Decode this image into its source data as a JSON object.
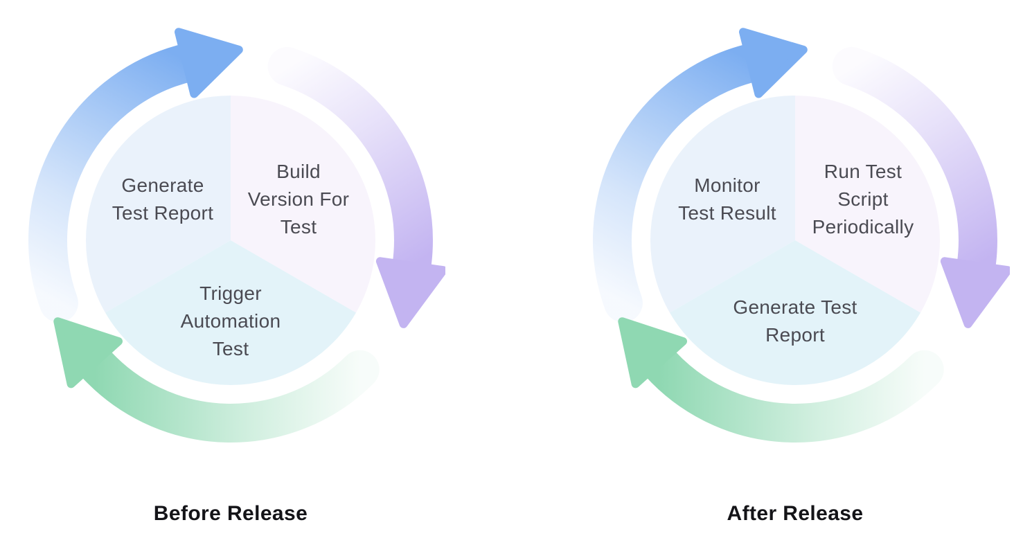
{
  "diagrams": [
    {
      "title": "Before Release",
      "steps": {
        "top_left": "Generate\nTest Report",
        "top_right": "Build\nVersion For\nTest",
        "bottom": "Trigger\nAutomation\nTest"
      }
    },
    {
      "title": "After Release",
      "steps": {
        "top_left": "Monitor\nTest Result",
        "top_right": "Run Test\nScript\nPeriodically",
        "bottom": "Generate Test\nReport"
      }
    }
  ],
  "colors": {
    "arrow-blue": "#7caef1",
    "arrow-purple": "#c3b4f1",
    "arrow-green": "#8fd8b2",
    "segment-blue": "#eaf2fb",
    "segment-lavender": "#f8f4fc",
    "segment-cyan": "#e3f3f9",
    "label-text": "#4a4a52",
    "title-text": "#141418",
    "background": "#ffffff"
  }
}
